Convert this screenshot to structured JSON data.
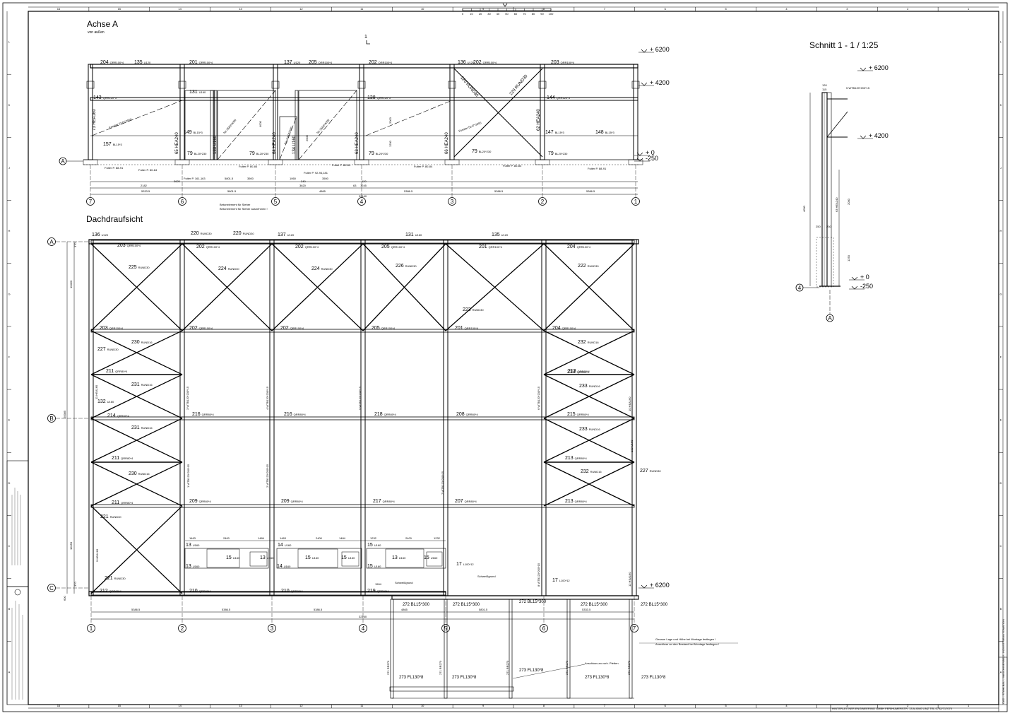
{
  "views": {
    "elevation_title": "Achse A",
    "elevation_subtitle": "von außen",
    "plan_title": "Dachdraufsicht",
    "section_title": "Schnitt 1 - 1 / 1:25",
    "section_marker": "1"
  },
  "levels": {
    "top": "+ 6200",
    "mid": "+ 4200",
    "zero": "+ 0",
    "base": "-250"
  },
  "elevation": {
    "grid_axes": [
      "7",
      "6",
      "5",
      "4",
      "3",
      "2",
      "1"
    ],
    "row_axis": "A",
    "top_labels": [
      {
        "num": "204",
        "prof": "QRR100*4"
      },
      {
        "num": "135",
        "prof": "U120"
      },
      {
        "num": "201",
        "prof": "QRR100*4"
      },
      {
        "num": "137",
        "prof": "U120"
      },
      {
        "num": "205",
        "prof": "QRR100*4"
      },
      {
        "num": "202",
        "prof": "QRR100*4"
      },
      {
        "num": "136",
        "prof": "U120"
      },
      {
        "num": "202",
        "prof": "QRR100*4"
      },
      {
        "num": "203",
        "prof": "QRR100*4"
      }
    ],
    "mid_labels": [
      {
        "num": "143",
        "prof": "QRR120*5"
      },
      {
        "num": "131",
        "prof": "U160"
      },
      {
        "num": "138",
        "prof": "QRR120*5"
      },
      {
        "num": "144",
        "prof": "QRR120*5"
      },
      {
        "num": "149",
        "prof": "BL15*3"
      },
      {
        "num": "147",
        "prof": "BL15*3"
      },
      {
        "num": "148",
        "prof": "BL15*3"
      },
      {
        "num": "157",
        "prof": "BL15*3"
      }
    ],
    "low_labels": [
      {
        "num": "79",
        "prof": "BL20*230"
      },
      {
        "num": "79",
        "prof": "BL20*230"
      },
      {
        "num": "79",
        "prof": "BL20*230"
      },
      {
        "num": "79",
        "prof": "BL20*230"
      },
      {
        "num": "79",
        "prof": "BL20*230"
      }
    ],
    "column_labels": [
      "73 HEA160",
      "65 HEA240",
      "133 U160",
      "64 HEA240",
      "134 U160",
      "63 HEA240",
      "66 HEA240",
      "62 HEA240"
    ],
    "diagonals": [
      "220 RUND30",
      "220 RUND30"
    ],
    "openings": [
      "Fenster 5147*2000",
      "Tor 3500*4000",
      "Tür 1000*2000",
      "Tor 3500*4000",
      "Fenster 5147*2000"
    ],
    "futter": [
      "Futter P. 88-91",
      "Futter P. 80-84",
      "Futter P. 80-84",
      "Futter P. 80-84",
      "Futter P. 80-84",
      "Futter P. 80-84",
      "Futter P. 88-91",
      "Futter P. 161-163",
      "Futter P. 92-94,181"
    ],
    "dims_row1": [
      "2182",
      "5801.5",
      "3500",
      "1060",
      "3500",
      "3620",
      "240",
      "63",
      "3620",
      "1245",
      "120"
    ],
    "dims_row2": [
      "5333.5",
      "5801.5",
      "4865",
      "5386.5",
      "5386.5",
      "5386.5"
    ],
    "dims_total": "32160",
    "note": "Betonelement für Steher ausnehmen !",
    "vdims": [
      "2000",
      "1200",
      "4000",
      "2000"
    ]
  },
  "plan": {
    "grid_x": [
      "1",
      "2",
      "3",
      "4",
      "5",
      "6",
      "7"
    ],
    "grid_y": [
      "A",
      "B",
      "C"
    ],
    "top_edge": [
      {
        "num": "136",
        "prof": "U120"
      },
      {
        "num": "220",
        "prof": "RUND30"
      },
      {
        "num": "220",
        "prof": "RUND30"
      },
      {
        "num": "137",
        "prof": "U120"
      },
      {
        "num": "131",
        "prof": "U160"
      },
      {
        "num": "135",
        "prof": "U120"
      }
    ],
    "row_A": [
      {
        "num": "203",
        "prof": "QRR100*4"
      },
      {
        "num": "202",
        "prof": "QRR100*4"
      },
      {
        "num": "202",
        "prof": "QRR100*4"
      },
      {
        "num": "205",
        "prof": "QRR100*4"
      },
      {
        "num": "201",
        "prof": "QRR100*4"
      },
      {
        "num": "204",
        "prof": "QRR100*4"
      }
    ],
    "row_2": [
      {
        "num": "203",
        "prof": "QRR100*4"
      },
      {
        "num": "202",
        "prof": "QRR100*4"
      },
      {
        "num": "202",
        "prof": "QRR100*4"
      },
      {
        "num": "205",
        "prof": "QRR100*4"
      },
      {
        "num": "201",
        "prof": "QRR100*4"
      },
      {
        "num": "204",
        "prof": "QRR100*4"
      }
    ],
    "bay_diagonals": [
      {
        "num": "225",
        "prof": "RUND30"
      },
      {
        "num": "224",
        "prof": "RUND30"
      },
      {
        "num": "224",
        "prof": "RUND30"
      },
      {
        "num": "226",
        "prof": "RUND30"
      },
      {
        "num": "223",
        "prof": "RUND30"
      },
      {
        "num": "222",
        "prof": "RUND30"
      }
    ],
    "row_B": [
      {
        "num": "214",
        "prof": "QRR80*4"
      },
      {
        "num": "216",
        "prof": "QRR80*4"
      },
      {
        "num": "216",
        "prof": "QRR80*4"
      },
      {
        "num": "218",
        "prof": "QRR80*4"
      },
      {
        "num": "208",
        "prof": "QRR80*4"
      },
      {
        "num": "215",
        "prof": "QRR80*4"
      }
    ],
    "row_mid": [
      {
        "num": "211",
        "prof": "QRR80*4"
      },
      {
        "num": "209",
        "prof": "QRR80*4"
      },
      {
        "num": "209",
        "prof": "QRR80*4"
      },
      {
        "num": "217",
        "prof": "QRR80*4"
      },
      {
        "num": "207",
        "prof": "QRR80*4"
      },
      {
        "num": "213",
        "prof": "QRR80*4"
      }
    ],
    "row_C": [
      {
        "num": "212",
        "prof": "QRR80*4"
      },
      {
        "num": "210",
        "prof": "QRR80*4"
      },
      {
        "num": "210",
        "prof": "QRR80*4"
      },
      {
        "num": "219",
        "prof": "QRR80*4"
      }
    ],
    "side_left": [
      {
        "num": "227",
        "prof": "RUND30"
      },
      {
        "num": "230",
        "prof": "RUND16"
      },
      {
        "num": "211",
        "prof": "QRR80*4"
      },
      {
        "num": "231",
        "prof": "RUND16"
      },
      {
        "num": "132",
        "prof": "U160"
      },
      {
        "num": "231",
        "prof": "RUND16"
      },
      {
        "num": "211",
        "prof": "QRR80*4"
      },
      {
        "num": "230",
        "prof": "RUND16"
      },
      {
        "num": "221",
        "prof": "RUND30"
      },
      {
        "num": "221",
        "prof": "RUND30"
      }
    ],
    "side_right": [
      {
        "num": "232",
        "prof": "RUND16"
      },
      {
        "num": "213",
        "prof": "QRR80*4"
      },
      {
        "num": "233",
        "prof": "RUND16"
      },
      {
        "num": "233",
        "prof": "RUND16"
      },
      {
        "num": "213",
        "prof": "QRR80*4"
      },
      {
        "num": "232",
        "prof": "RUND16"
      },
      {
        "num": "213",
        "prof": "QRR80*4"
      },
      {
        "num": "227",
        "prof": "RUND30"
      },
      {
        "num": "17",
        "prof": "L100*12"
      },
      {
        "num": "17",
        "prof": "L100*12"
      }
    ],
    "columns": [
      "11 HEA160",
      "1 WTB120*200*15",
      "4 WTB120*200*15",
      "2 WTB120*200*15",
      "3 WTB120*200*15",
      "5 WTB120*200*15",
      "7 WTB120*200*15",
      "6 WTB120*200*15",
      "8 WTB120*200*15",
      "9 HEA160",
      "10 HEA160",
      "12 HEA160",
      "132 U160"
    ],
    "canopy": {
      "items": [
        {
          "num": "13",
          "prof": "U160"
        },
        {
          "num": "13",
          "prof": "U160"
        },
        {
          "num": "14",
          "prof": "U160"
        },
        {
          "num": "15",
          "prof": "U160"
        },
        {
          "num": "15",
          "prof": "U160"
        },
        {
          "num": "15",
          "prof": "U160"
        },
        {
          "num": "15",
          "prof": "U160"
        },
        {
          "num": "13",
          "prof": "U160"
        },
        {
          "num": "13",
          "prof": "U160"
        },
        {
          "num": "14",
          "prof": "U160"
        },
        {
          "num": "15",
          "prof": "U160"
        },
        {
          "num": "15",
          "prof": "U160"
        }
      ],
      "dims": [
        "1463",
        "2400",
        "1484",
        "1463",
        "2400",
        "1484",
        "1232",
        "2400",
        "1232"
      ],
      "schweiss": [
        "Schweißgrund",
        "Schweißgrund"
      ],
      "dim_1504": "1504"
    },
    "beams_272": [
      "272 BL15*300",
      "272 BL15*300",
      "272 BL15*300",
      "272 BL15*300",
      "272 BL15*300"
    ],
    "posts": [
      "271 RR270",
      "271 RR270",
      "271 RR270",
      "271 RR270",
      "271 RR270"
    ],
    "purlins": [
      "273 FL130*8",
      "273 FL130*8",
      "273 FL130*8",
      "273 FL130*8",
      "273 FL130*8"
    ],
    "dims_bottom": [
      "5386.5",
      "5386.5",
      "5386.5",
      "4865",
      "5801.5",
      "5333.5"
    ],
    "dims_total": "32160",
    "dims_side": [
      "10460",
      "20985",
      "10150",
      "370",
      "370",
      "600"
    ],
    "level_right": "+ 6200",
    "notes": [
      "Genaue Lage und Höhe bei Montage festlegen !",
      "Anschluss an den Bestand bei Montage festlegen !",
      "Anschluss an vorh. Pfetten"
    ]
  },
  "section": {
    "labels": [
      "5 WTB120*200*15",
      "63 HEA240"
    ],
    "dims": [
      "120",
      "115",
      "4000",
      "250",
      "2000",
      "1250",
      "230"
    ],
    "axis": "A",
    "row_axis": "4"
  },
  "frame": {
    "cols_top": [
      "16",
      "15",
      "14",
      "13",
      "12",
      "11",
      "10",
      "9",
      "8",
      "7",
      "6",
      "5",
      "4",
      "3",
      "2",
      "1"
    ],
    "rows_right": [
      "L",
      "K",
      "J",
      "H",
      "G",
      "F",
      "E",
      "D",
      "C",
      "B",
      "A"
    ],
    "scale_ticks": [
      "0",
      "10",
      "20",
      "30",
      "40",
      "50",
      "60",
      "70",
      "80",
      "90",
      "100"
    ],
    "title_block": "HINTERLEITNER ENGINEERING GMBH   FERIHUMERSTR. 13   A-4040 LINZ   TEL.0732/717070",
    "side_strip": "CAD - STAHLBAU - MASCHINENBAU - INDUSTRIEAUTOMATION"
  }
}
